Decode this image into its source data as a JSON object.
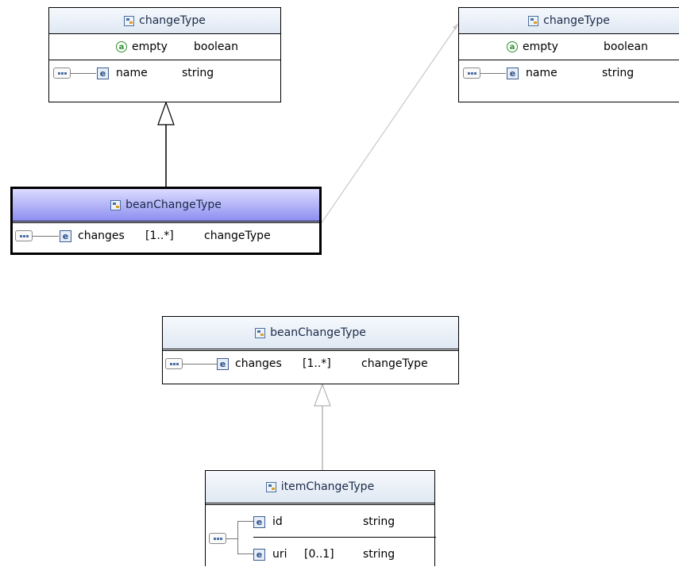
{
  "top_left": {
    "title": "changeType",
    "attribute": {
      "name": "empty",
      "type": "boolean"
    },
    "element": {
      "name": "name",
      "type": "string"
    }
  },
  "top_right": {
    "title": "changeType",
    "attribute": {
      "name": "empty",
      "type": "boolean"
    },
    "element": {
      "name": "name",
      "type": "string"
    }
  },
  "bean_selected": {
    "title": "beanChangeType",
    "element": {
      "name": "changes",
      "cardinality": "[1..*]",
      "type": "changeType"
    }
  },
  "bean_lower": {
    "title": "beanChangeType",
    "element": {
      "name": "changes",
      "cardinality": "[1..*]",
      "type": "changeType"
    }
  },
  "item": {
    "title": "itemChangeType",
    "elements": [
      {
        "name": "id",
        "cardinality": "",
        "type": "string"
      },
      {
        "name": "uri",
        "cardinality": "[0..1]",
        "type": "string"
      }
    ]
  },
  "icons": {
    "type_icon": "complex-type-icon",
    "attribute_icon": "attribute-icon",
    "attribute_glyph": "a",
    "element_icon": "element-icon",
    "element_glyph": "e",
    "sequence_icon": "sequence-icon"
  },
  "colors": {
    "header_gradient": "#dfe8f3",
    "selected_header": "#8d8df0",
    "attribute_icon": "#2f8f2f",
    "element_icon": "#2b4e86"
  }
}
